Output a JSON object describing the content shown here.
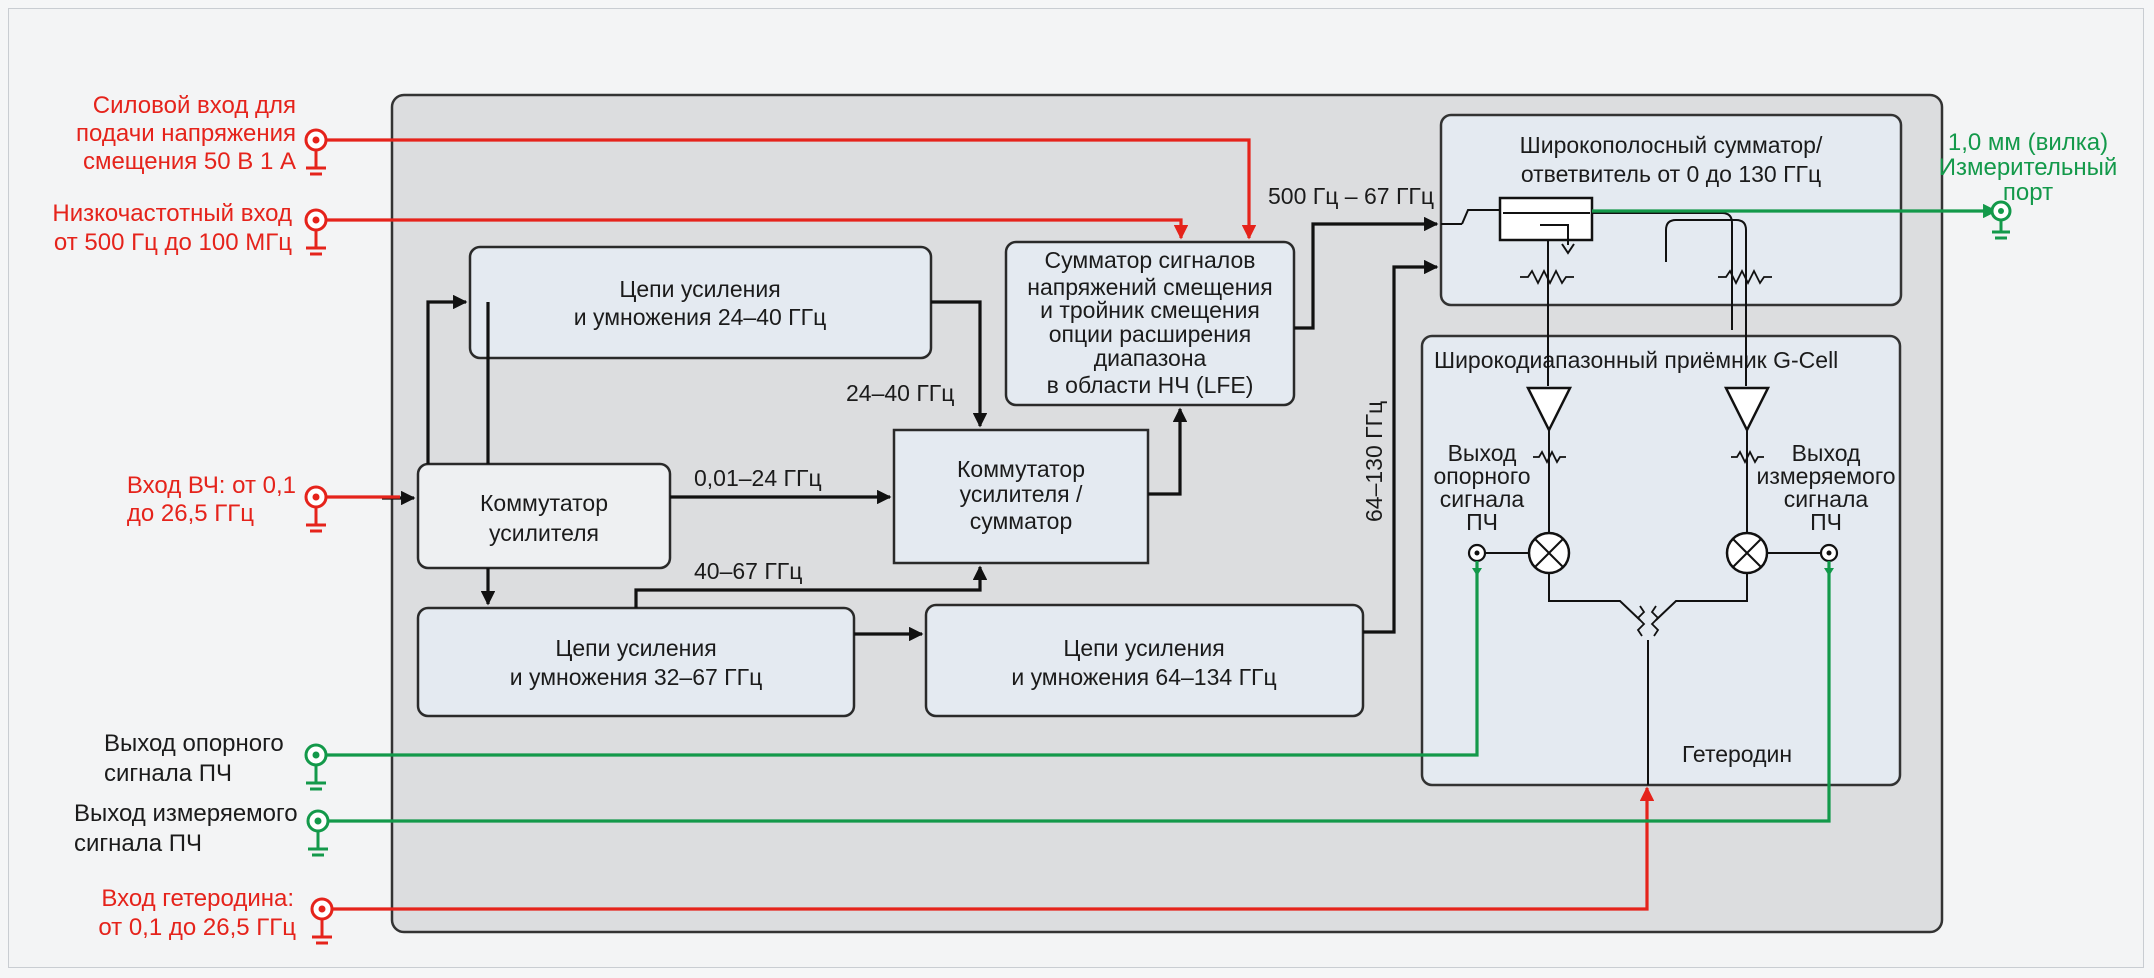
{
  "colors": {
    "red": "#e5231b",
    "green": "#13994a",
    "block_fill": "#e4eaf1",
    "panel_fill": "#dcdddf",
    "line": "#111111"
  },
  "blocks": {
    "amp24_40": [
      "Цепи усиления",
      "и умножения 24–40 ГГц"
    ],
    "combiner_lfe": [
      "Сумматор сигналов",
      "напряжений смещения",
      "и тройник смещения",
      "опции расширения",
      "диапазона",
      "в области НЧ (LFE)"
    ],
    "switch": [
      "Коммутатор",
      "усилителя"
    ],
    "switch_combiner": [
      "Коммутатор",
      "усилителя /",
      "сумматор"
    ],
    "amp32_67": [
      "Цепи усиления",
      "и умножения 32–67 ГГц"
    ],
    "amp64_134": [
      "Цепи усиления",
      "и умножения 64–134 ГГц"
    ],
    "broadband_coupler": [
      "Широкополосный сумматор/",
      "ответвитель от 0 до 130 ГГц"
    ],
    "receiver_title": "Широкодиапазонный приёмник G-Cell",
    "lo_label": "Гетеродин",
    "ref_if_out": [
      "Выход",
      "опорного",
      "сигнала",
      "ПЧ"
    ],
    "meas_if_out": [
      "Выход",
      "измеряемого",
      "сигнала",
      "ПЧ"
    ]
  },
  "signals": {
    "s_24_40": "24–40 ГГц",
    "s_001_24": "0,01–24 ГГц",
    "s_40_67": "40–67 ГГц",
    "s_500hz_67": "500 Гц – 67 ГГц",
    "s_64_130": "64–130 ГГц"
  },
  "ports": {
    "bias_input": [
      "Силовой вход для",
      "подачи напряжения",
      "смещения 50 В 1 А"
    ],
    "lf_input": [
      "Низкочастотный вход",
      "от 500 Гц до 100 МГц"
    ],
    "rf_input": [
      "Вход ВЧ: от 0,1",
      "до 26,5 ГГц"
    ],
    "ref_if_output": [
      "Выход опорного",
      "сигнала ПЧ"
    ],
    "meas_if_output": [
      "Выход измеряемого",
      "сигнала ПЧ"
    ],
    "lo_input": [
      "Вход гетеродина:",
      "от 0,1 до 26,5 ГГц"
    ],
    "test_port": [
      "1,0 мм (вилка)",
      "Измерительный",
      "порт"
    ]
  }
}
